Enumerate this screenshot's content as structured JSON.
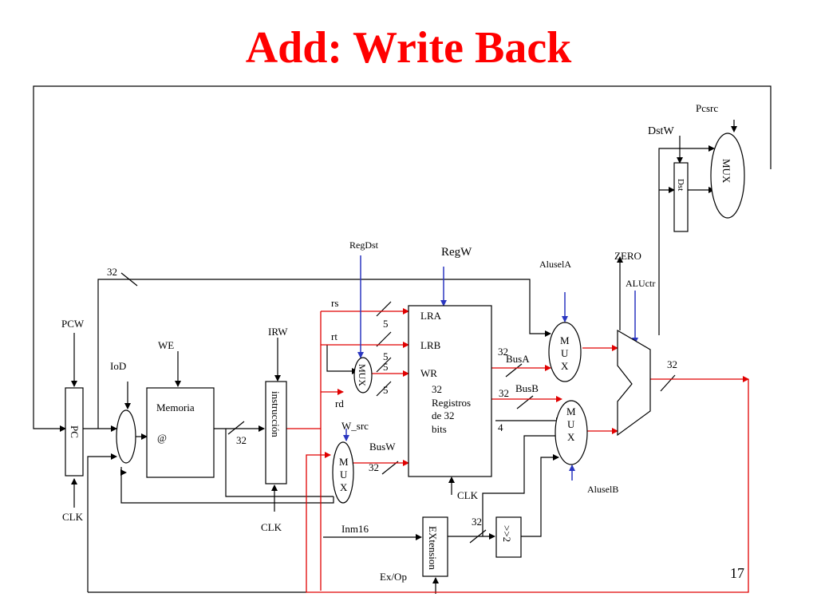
{
  "slide": {
    "title": "Add: Write Back",
    "page_number": "17"
  },
  "blocks": {
    "pc": "PC",
    "memoria": "Memoria",
    "mem_addr": "@",
    "instruccion": "instrucción",
    "dst": "Dst",
    "extension": "EXtension",
    "shift": ">>2",
    "mux": "MUX",
    "mux_stack": [
      "M",
      "U",
      "X"
    ]
  },
  "regfile": {
    "ports": [
      "LRA",
      "LRB",
      "WR"
    ],
    "desc": [
      "32",
      "Registros",
      "de 32",
      "bits"
    ]
  },
  "signals": {
    "pcw": "PCW",
    "clk": "CLK",
    "iod": "IoD",
    "we": "WE",
    "irw": "IRW",
    "regdst": "RegDst",
    "regw": "RegW",
    "aluselA": "AluselA",
    "aluselB": "AluselB",
    "zero": "ZERO",
    "aluctr": "ALUctr",
    "dstw": "DstW",
    "pcsrc": "Pcsrc",
    "w_src": "W_src",
    "exop": "Ex/Op"
  },
  "buses": {
    "rs": "rs",
    "rt": "rt",
    "rd": "rd",
    "inm16": "Inm16",
    "busA": "BusA",
    "busB": "BusB",
    "busW": "BusW",
    "w32": "32",
    "w5": "5",
    "w4": "4"
  },
  "colors": {
    "title": "#ff0000",
    "red_path": "#e00000",
    "control": "#2a36c0",
    "wire": "#000000"
  }
}
